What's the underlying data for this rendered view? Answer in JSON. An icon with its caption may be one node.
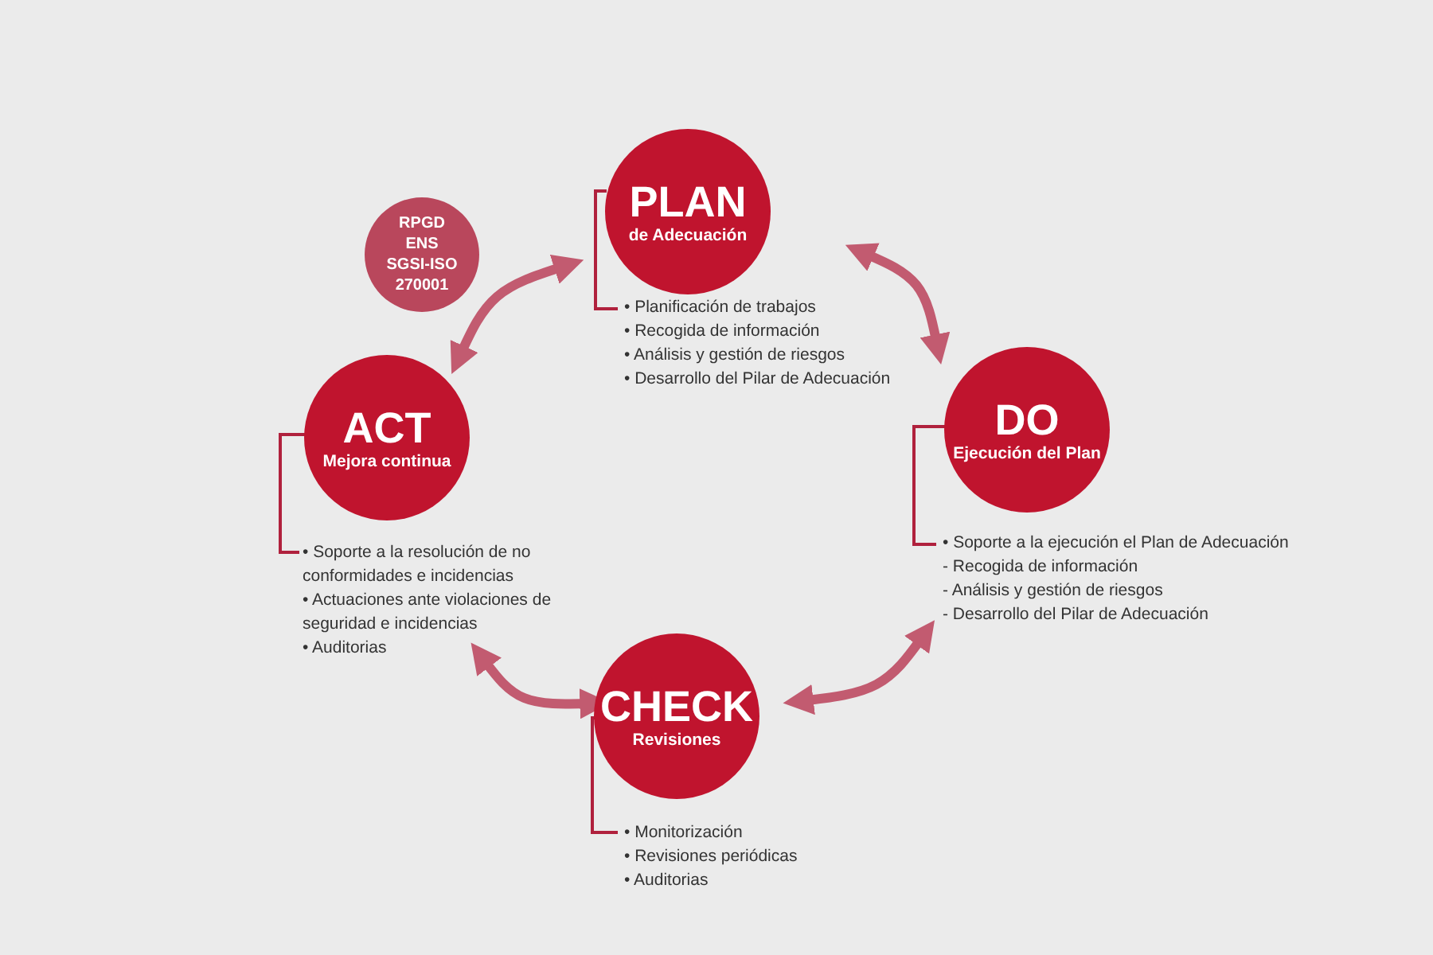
{
  "diagram": {
    "nodes": [
      {
        "text": [
          "PLAN",
          "de Adecuación"
        ],
        "beside": [
          "• Planificación de trabajos",
          "• Recogida de información",
          "• Análisis y gestión de riesgos",
          "• Desarrollo del Pilar de Adecuación"
        ]
      },
      {
        "text": [
          "DO",
          "Ejecución del Plan"
        ],
        "beside": [
          "• Soporte a la ejecución el Plan de Adecuación",
          "- Recogida de información",
          "- Análisis y gestión de riesgos",
          "- Desarrollo del Pilar de Adecuación"
        ]
      },
      {
        "text": [
          "CHECK",
          "Revisiones"
        ],
        "beside": [
          "• Monitorización",
          "• Revisiones periódicas",
          "• Auditorias"
        ]
      },
      {
        "text": [
          "ACT",
          "Mejora continua"
        ],
        "beside": [
          "• Soporte a la resolución de no conformidades e incidencias",
          "• Actuaciones ante violaciones de seguridad e incidencias",
          "• Auditorias"
        ]
      },
      {
        "text": [
          "RPGD",
          "ENS",
          "SGSI-ISO",
          "270001"
        ]
      }
    ],
    "edges": [
      {
        "from": 0,
        "to": 1,
        "arrow": "both"
      },
      {
        "from": 1,
        "to": 2,
        "arrow": "both"
      },
      {
        "from": 2,
        "to": 3,
        "arrow": "both"
      },
      {
        "from": 3,
        "to": 0,
        "arrow": "both"
      }
    ]
  }
}
